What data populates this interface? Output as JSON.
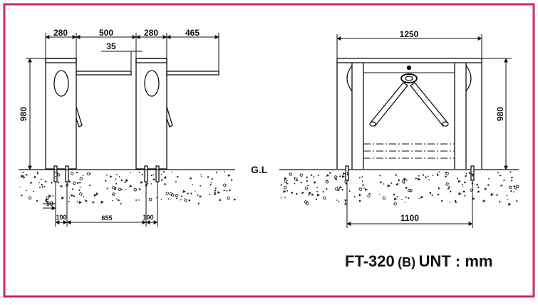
{
  "border_color": "#d0285a",
  "side_view": {
    "dims_top": [
      "280",
      "500",
      "280",
      "465"
    ],
    "gap_dim": "35",
    "height_dim": "980",
    "bottom_dims": [
      "90",
      "100",
      "655",
      "100"
    ]
  },
  "front_view": {
    "width_dim": "1250",
    "height_dim": "980",
    "ground_label": "G.L",
    "base_dim": "1100"
  },
  "model": {
    "code": "FT-320",
    "variant": "(B)",
    "unit_label": "UNT : mm"
  }
}
